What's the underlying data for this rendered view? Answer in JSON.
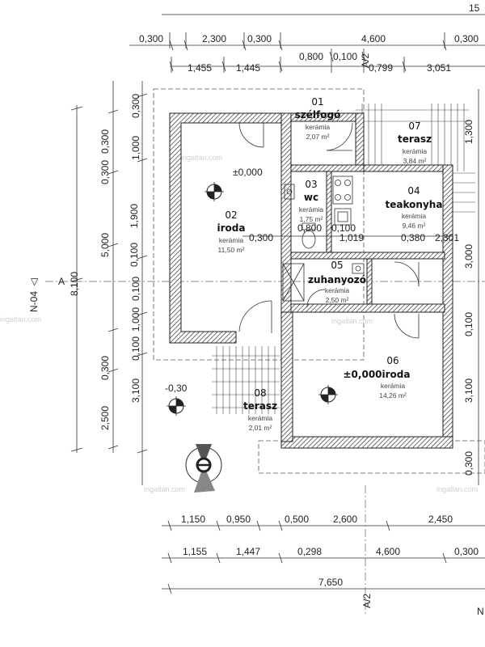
{
  "dims": {
    "top_row0": [
      "15"
    ],
    "top_row1": [
      "0,300",
      "2,300",
      "0,300",
      "4,600",
      "0,300"
    ],
    "top_row2": [
      "0,800",
      "0,100"
    ],
    "top_row3": [
      "1,455",
      "1,445",
      "0,799",
      "3,051"
    ],
    "left_outer": [
      "5,000",
      "3,100"
    ],
    "left_mid": [
      "0,300",
      "0,300",
      "1,900",
      "0,100",
      "0,300",
      "2,500"
    ],
    "left_inner": [
      "0,300",
      "1,000",
      "0,100",
      "1,000",
      "0,100",
      "3,100"
    ],
    "left_total": "8,100",
    "right_col": [
      "1,300",
      "3,000",
      "0,100",
      "3,100",
      "0,300"
    ],
    "inner_row": [
      "0,300",
      "0,800",
      "0,100",
      "1,019",
      "0,380",
      "2,301"
    ],
    "bottom_row1": [
      "1,150",
      "0,950",
      "0,500",
      "2,600",
      "2,450"
    ],
    "bottom_row2": [
      "1,155",
      "1,447",
      "0,298",
      "4,600",
      "0,300"
    ],
    "bottom_total": "7,650"
  },
  "rooms": [
    {
      "num": "01",
      "name": "szélfogó",
      "mat": "kerámia",
      "area": "2,07 m²"
    },
    {
      "num": "02",
      "name": "iroda",
      "mat": "kerámia",
      "area": "11,50 m²"
    },
    {
      "num": "03",
      "name": "wc",
      "mat": "kerámia",
      "area": "1,75 m²"
    },
    {
      "num": "04",
      "name": "teakonyha",
      "mat": "kerámia",
      "area": "9,46 m²"
    },
    {
      "num": "05",
      "name": "zuhanyozó",
      "mat": "kerámia",
      "area": "2,50 m²"
    },
    {
      "num": "06",
      "name": "±0,000iroda",
      "mat": "kerámia",
      "area": "14,26 m²"
    },
    {
      "num": "07",
      "name": "terasz",
      "mat": "kerámia",
      "area": "3,84 m²"
    },
    {
      "num": "08",
      "name": "terasz",
      "mat": "kerámia",
      "area": "2,01 m²"
    }
  ],
  "levels": {
    "room02": "±0,000",
    "terrace08": "-0,30"
  },
  "axis": {
    "a2_top": "A/2",
    "a2_bottom": "A/2",
    "a_left": "A"
  },
  "section": {
    "left": "N-04",
    "bottom_right": "N"
  },
  "watermark": "ingatlan.com"
}
